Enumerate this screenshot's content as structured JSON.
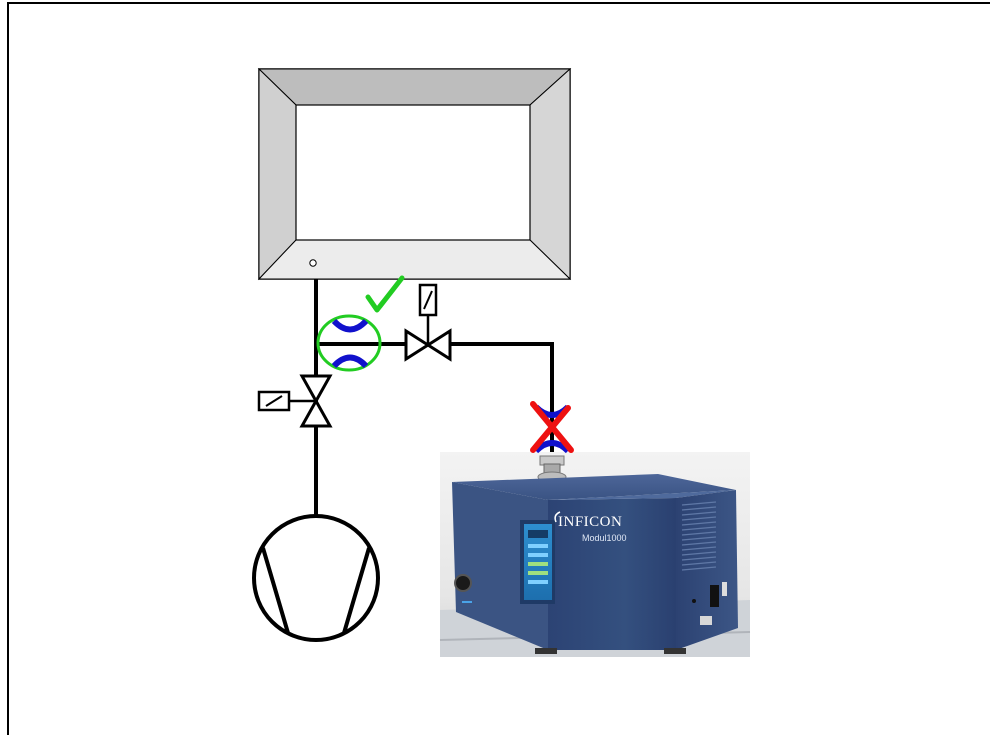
{
  "diagram": {
    "components": [
      {
        "id": "vacuum-chamber",
        "kind": "chamber"
      },
      {
        "id": "chamber-port",
        "kind": "port"
      },
      {
        "id": "orifice-flow-restrictor",
        "kind": "orifice",
        "status": "correct"
      },
      {
        "id": "solenoid-valve-horizontal",
        "kind": "solenoid-valve"
      },
      {
        "id": "solenoid-valve-vertical",
        "kind": "solenoid-valve"
      },
      {
        "id": "vacuum-pump",
        "kind": "pump"
      },
      {
        "id": "leak-detector",
        "kind": "instrument"
      },
      {
        "id": "inlet-orifice",
        "kind": "orifice",
        "status": "incorrect"
      }
    ],
    "status_marks": [
      {
        "target": "orifice-flow-restrictor",
        "mark": "check-icon",
        "color": "#22cc22"
      },
      {
        "target": "inlet-orifice",
        "mark": "cross-icon",
        "color": "#ee1111"
      }
    ],
    "colors": {
      "line": "#000000",
      "orifice": "#1111cc",
      "highlight_ring": "#22cc22",
      "chamber_bevel": "#c8c8c8",
      "device_body": "#2f4a7a"
    }
  },
  "device": {
    "brand": "INFICON",
    "model": "Modul1000"
  }
}
